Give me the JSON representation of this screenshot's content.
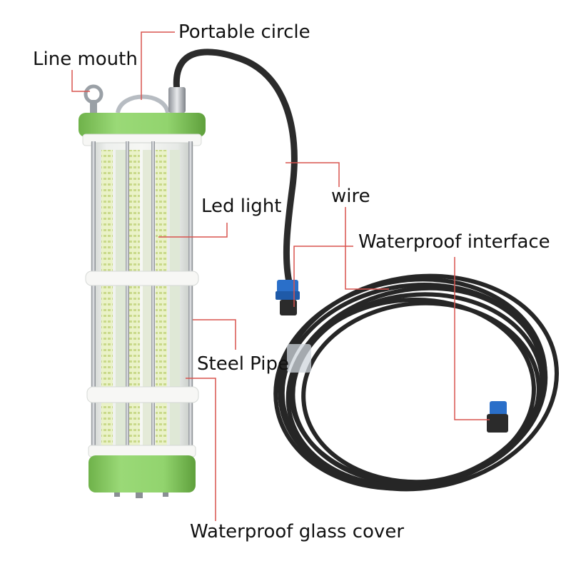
{
  "labels": {
    "line_mouth": "Line mouth",
    "portable_circle": "Portable circle",
    "wire": "wire",
    "led_light": "Led light",
    "waterproof_interface": "Waterproof interface",
    "steel_pipe": "Steel Pipe",
    "waterproof_glass_cover": "Waterproof glass cover"
  },
  "colors": {
    "leader_line": "#d9534f",
    "lamp_green": "#8fd16a",
    "ring_white": "#f7f7f5",
    "cable": "#2b2b2b",
    "connector_blue": "#2a6fc9"
  }
}
